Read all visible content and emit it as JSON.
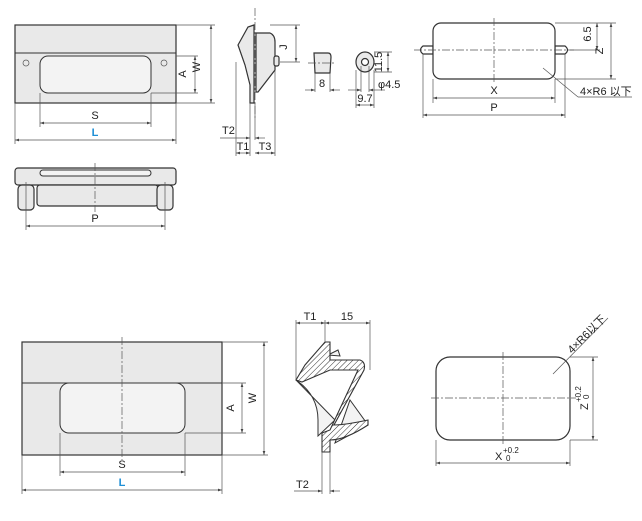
{
  "top_front_view": {
    "labels": {
      "W": "W",
      "A": "A",
      "S": "S",
      "L": "L"
    }
  },
  "top_side_view": {
    "labels": {
      "J": "J",
      "T2": "T2",
      "T1": "T1",
      "T3": "T3"
    }
  },
  "cap_detail": {
    "width": "8"
  },
  "bushing_detail": {
    "height": "11.5",
    "diameter": "φ4.5",
    "width": "9.7"
  },
  "top_cutout": {
    "labels": {
      "X": "X",
      "P": "P",
      "Z": "Z",
      "offset": "6.5",
      "radius_note": "4×R6 以下"
    }
  },
  "top_bottom_view": {
    "labels": {
      "P": "P"
    }
  },
  "bottom_front_view": {
    "labels": {
      "W": "W",
      "A": "A",
      "S": "S",
      "L": "L"
    }
  },
  "bottom_section_view": {
    "labels": {
      "T1": "T1",
      "depth": "15",
      "T2": "T2"
    }
  },
  "bottom_cutout": {
    "labels": {
      "X": "X",
      "Z": "Z",
      "tol_upper": "+0.2",
      "tol_lower": "0",
      "radius_note": "4×R6以下"
    }
  },
  "colors": {
    "dimension_L": "#1e8fd6"
  }
}
